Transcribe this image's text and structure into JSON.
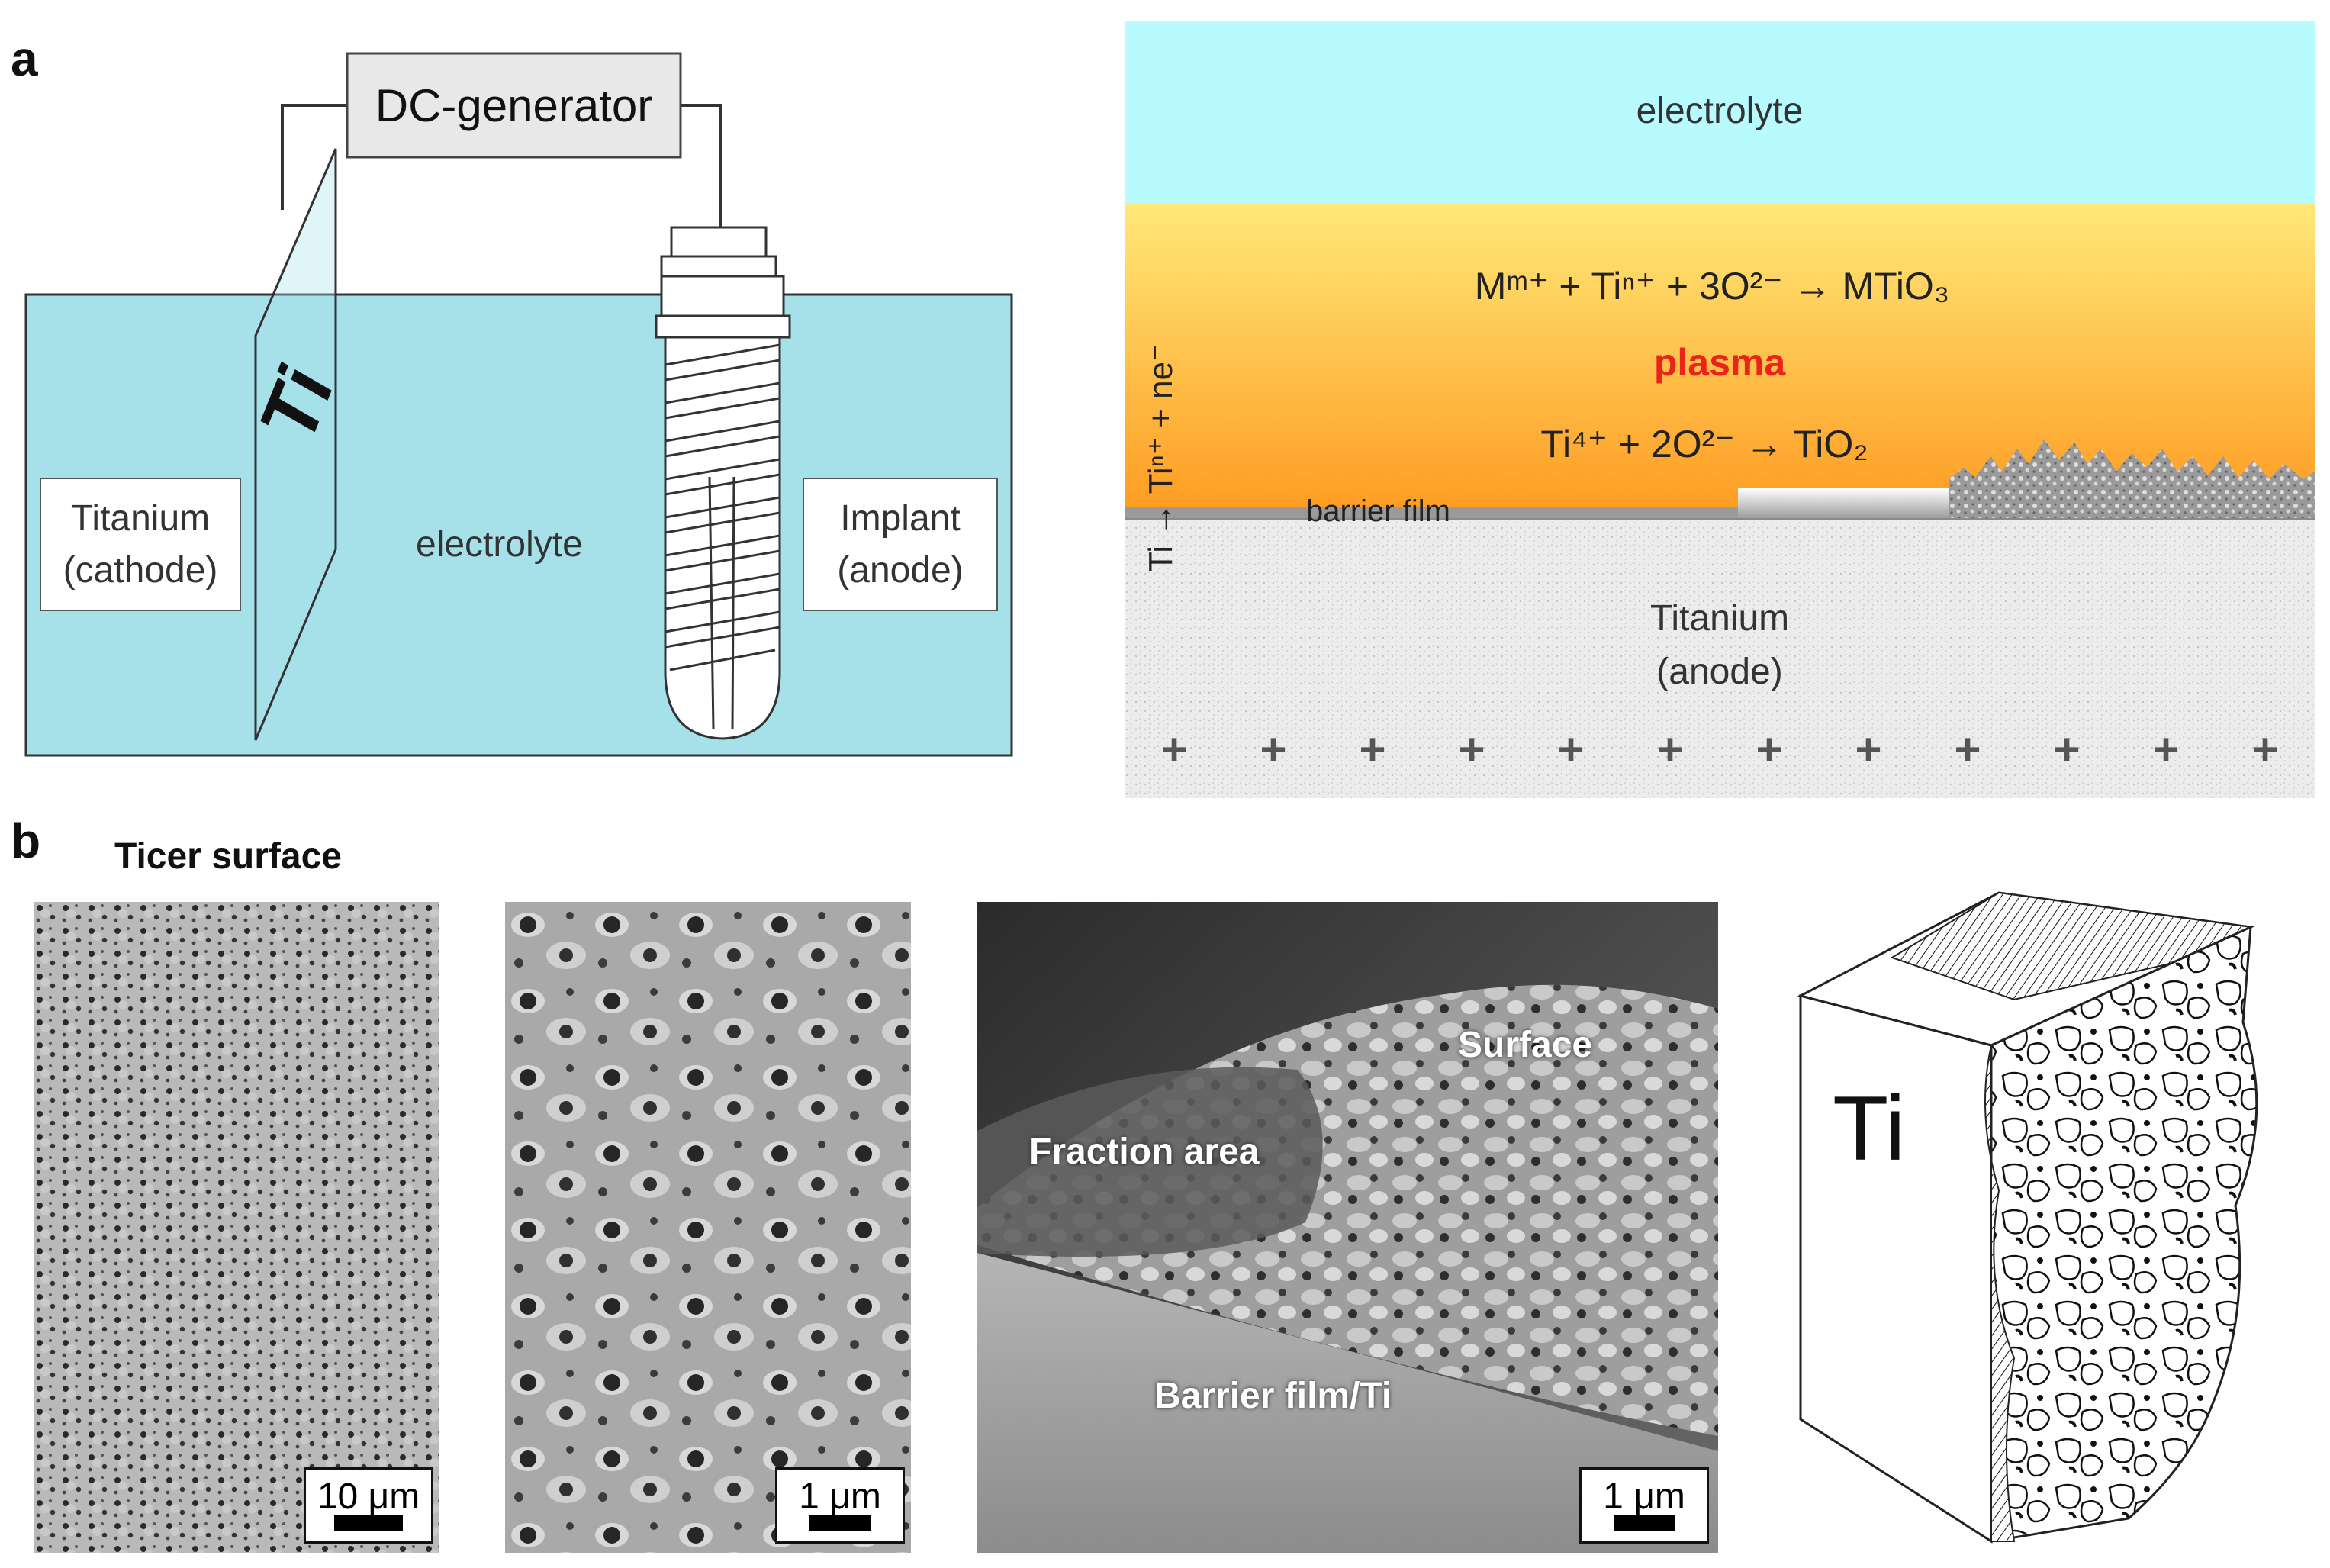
{
  "panel_labels": {
    "a": "a",
    "b": "b"
  },
  "cell_schematic": {
    "generator_label": "DC-generator",
    "cathode_symbol": "Ti",
    "cathode_label_line1": "Titanium",
    "cathode_label_line2": "(cathode)",
    "electrolyte_label": "electrolyte",
    "anode_label_line1": "Implant",
    "anode_label_line2": "(anode)",
    "bath_color": "#a6e1ea"
  },
  "layer_schematic": {
    "electrolyte_label": "electrolyte",
    "reaction_1": "Mᵐ⁺ + Tiⁿ⁺ + 3O²⁻ → MTiO₃",
    "plasma_label": "plasma",
    "reaction_2": "Ti⁴⁺ + 2O²⁻ → TiO₂",
    "barrier_label": "barrier film",
    "oxidation_vertical": "Ti → Tiⁿ⁺ + ne⁻",
    "substrate_line1": "Titanium",
    "substrate_line2": "(anode)",
    "charge_symbol": "+",
    "plasma_color": "#e8241b",
    "electrolyte_color": "#b7fbff",
    "plasma_gradient_top": "#ffe878",
    "plasma_gradient_bottom": "#fe9a20"
  },
  "ticer": {
    "title": "Ticer surface",
    "scale_1": "10 μm",
    "scale_2": "1 μm",
    "scale_3": "1 μm",
    "sem3_label_surface": "Surface",
    "sem3_label_fraction": "Fraction area",
    "sem3_label_barrier": "Barrier film/Ti",
    "cube_label": "Ti"
  }
}
